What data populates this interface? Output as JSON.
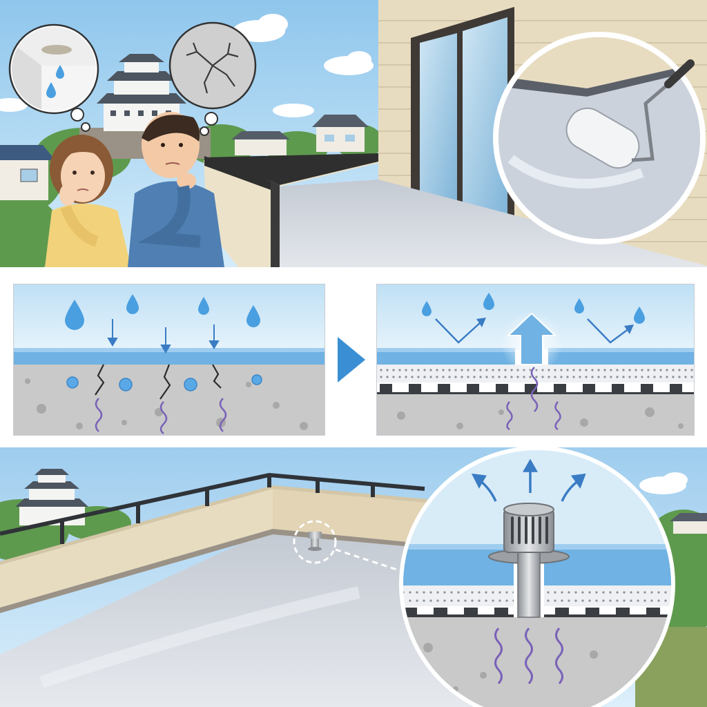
{
  "figure": {
    "description_free": true,
    "panels": [
      {
        "id": "rooftop-concern-scene"
      },
      {
        "id": "before-diagram"
      },
      {
        "id": "after-diagram"
      },
      {
        "id": "vent-installed-scene"
      }
    ]
  },
  "colors": {
    "sky": "#a9d3ef",
    "membrane_blue": "#6fb2e3",
    "concrete": "#c9c9c9",
    "water_drop": "#4a9fe0",
    "vapor_wave": "#7a62b8",
    "arrow_blue": "#3a7cc4",
    "roof_floor": "#d6dbe3",
    "wall_tan": "#e8dcc0",
    "metal": "#b9bcc0"
  },
  "icons": {
    "water_drop": "water-drop-icon",
    "down_arrow": "down-arrow-icon",
    "bounce_arrow": "bounce-arrow-icon",
    "up_arrow": "up-arrow-icon",
    "vapor": "vapor-wave-icon",
    "crack": "crack-icon",
    "roller": "paint-roller-icon",
    "vent": "deaeration-vent-icon",
    "next": "triangle-right-icon"
  }
}
